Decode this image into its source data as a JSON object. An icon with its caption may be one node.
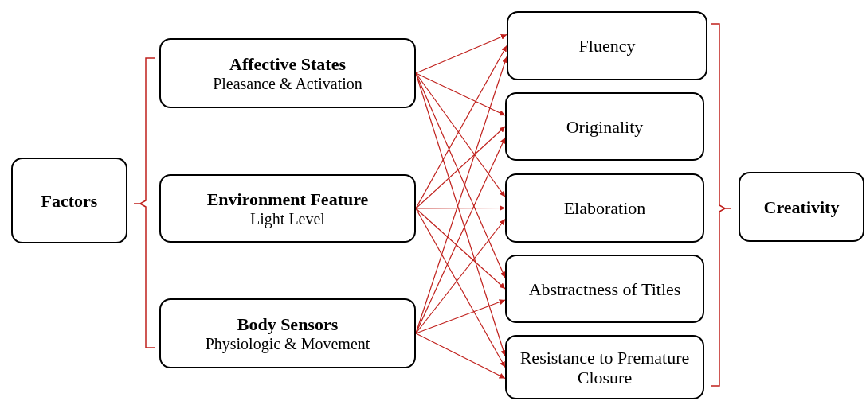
{
  "diagram": {
    "nodes": [
      {
        "text": [
          "Factors"
        ]
      },
      {
        "text": [
          "Affective States",
          "Pleasance & Activation"
        ]
      },
      {
        "text": [
          "Environment Feature",
          "Light Level"
        ]
      },
      {
        "text": [
          "Body Sensors",
          "Physiologic & Movement"
        ]
      },
      {
        "text": [
          "Fluency"
        ]
      },
      {
        "text": [
          "Originality"
        ]
      },
      {
        "text": [
          "Elaboration"
        ]
      },
      {
        "text": [
          "Abstractness of Titles"
        ]
      },
      {
        "text": [
          "Resistance to Premature Closure"
        ]
      },
      {
        "text": [
          "Creativity"
        ]
      }
    ],
    "edges": [
      {
        "from": 1,
        "to": 4,
        "arrow": "to"
      },
      {
        "from": 1,
        "to": 5,
        "arrow": "to"
      },
      {
        "from": 1,
        "to": 6,
        "arrow": "to"
      },
      {
        "from": 1,
        "to": 7,
        "arrow": "to"
      },
      {
        "from": 1,
        "to": 8,
        "arrow": "to"
      },
      {
        "from": 2,
        "to": 4,
        "arrow": "to"
      },
      {
        "from": 2,
        "to": 5,
        "arrow": "to"
      },
      {
        "from": 2,
        "to": 6,
        "arrow": "to"
      },
      {
        "from": 2,
        "to": 7,
        "arrow": "to"
      },
      {
        "from": 2,
        "to": 8,
        "arrow": "to"
      },
      {
        "from": 3,
        "to": 4,
        "arrow": "to"
      },
      {
        "from": 3,
        "to": 5,
        "arrow": "to"
      },
      {
        "from": 3,
        "to": 6,
        "arrow": "to"
      },
      {
        "from": 3,
        "to": 7,
        "arrow": "to"
      },
      {
        "from": 3,
        "to": 8,
        "arrow": "to"
      }
    ]
  }
}
